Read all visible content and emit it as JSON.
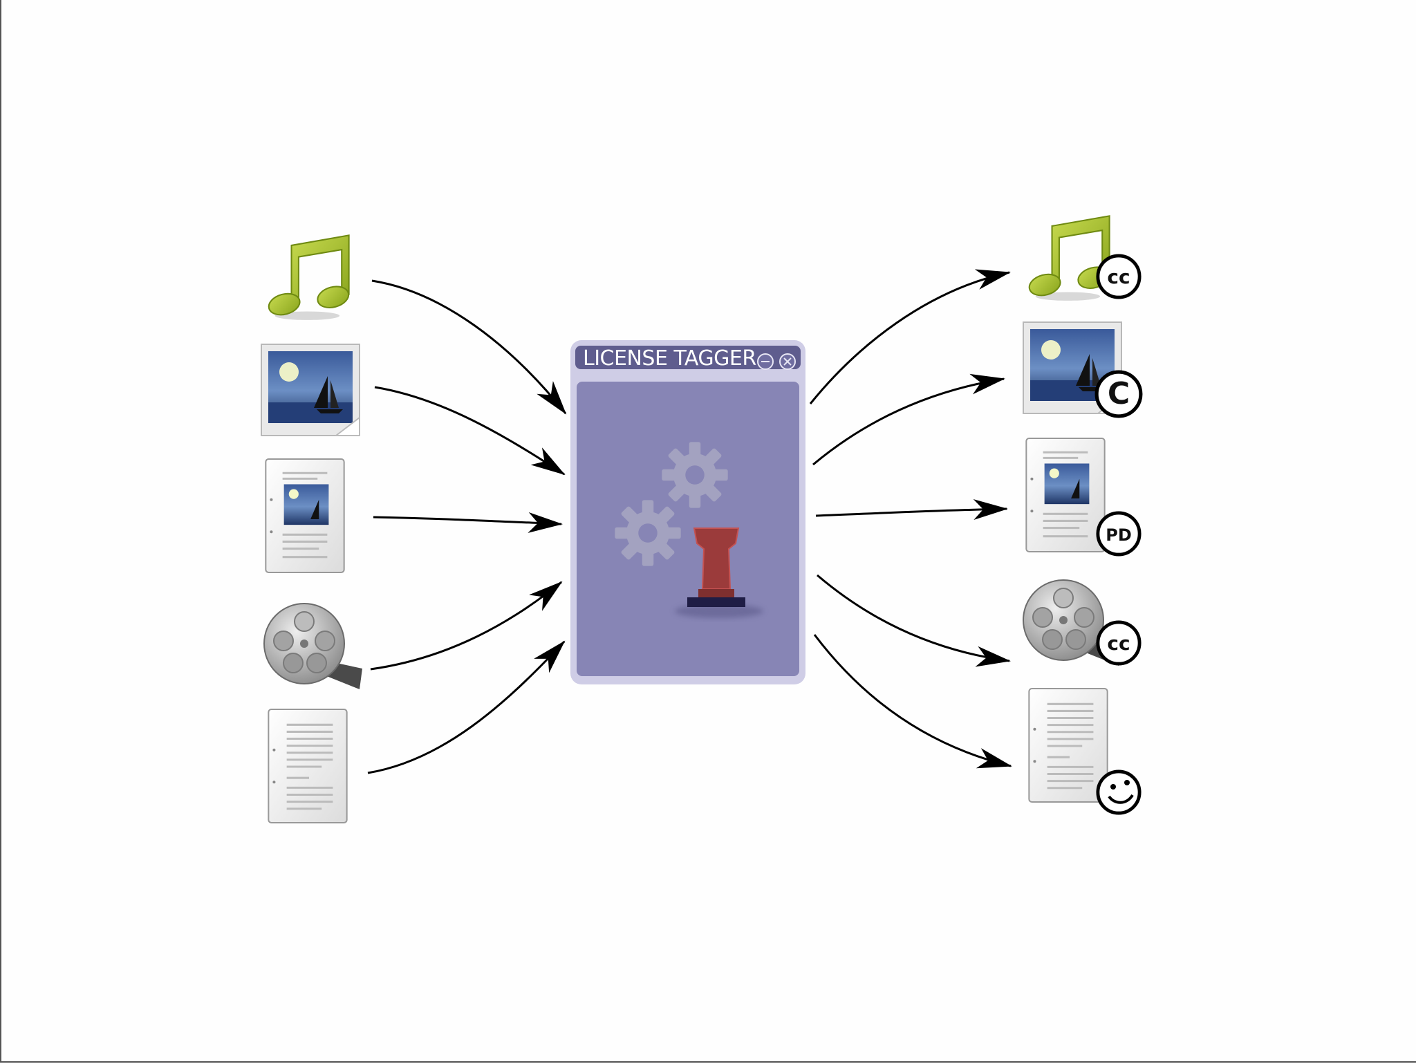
{
  "window": {
    "title": "LICENSE TAGGER",
    "controls": [
      "minimize-icon",
      "close-icon"
    ],
    "body_color": "#8785b5",
    "frame_color": "#cfcde6",
    "titlebar_color": "#5f5d8e",
    "center_icons": [
      "gears-icon",
      "rubber-stamp-icon"
    ]
  },
  "inputs": [
    {
      "icon": "music-file-icon"
    },
    {
      "icon": "image-file-icon"
    },
    {
      "icon": "document-with-image-icon"
    },
    {
      "icon": "video-reel-icon"
    },
    {
      "icon": "text-document-icon"
    }
  ],
  "outputs": [
    {
      "icon": "music-file-icon",
      "badge_icon": "cc-badge-icon",
      "badge_text": "cc"
    },
    {
      "icon": "image-file-icon",
      "badge_icon": "copyright-badge-icon",
      "badge_text": "C"
    },
    {
      "icon": "document-with-image-icon",
      "badge_icon": "public-domain-badge-icon",
      "badge_text": "PD"
    },
    {
      "icon": "video-reel-icon",
      "badge_icon": "cc-badge-icon",
      "badge_text": "cc"
    },
    {
      "icon": "text-document-icon",
      "badge_icon": "smiley-badge-icon",
      "badge_text": ""
    }
  ],
  "colors": {
    "arrow": "#000000",
    "music_green": "#a9c42a",
    "stamp_red": "#9b3b3b",
    "gear_gray": "#a7a6c2"
  }
}
